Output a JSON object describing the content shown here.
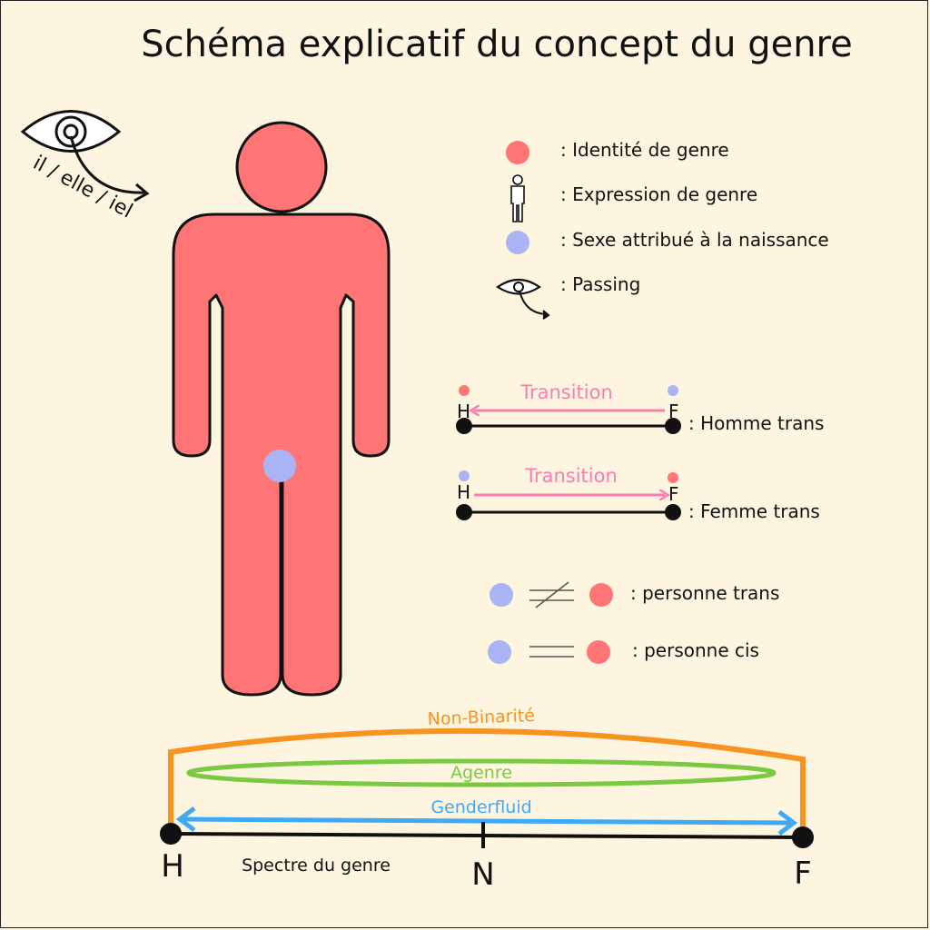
{
  "title": "Schéma explicatif du concept du genre",
  "pronouns": "il / elle / iel",
  "legend": {
    "identity": ": Identité de genre",
    "expression": ": Expression de genre",
    "sex": ": Sexe attribué à la naissance",
    "passing": ": Passing"
  },
  "transitions": {
    "homme": {
      "h": "H",
      "f": "F",
      "arrow": "Transition",
      "label": ": Homme trans"
    },
    "femme": {
      "h": "H",
      "f": "F",
      "arrow": "Transition",
      "label": ": Femme trans"
    }
  },
  "comparisons": {
    "trans": ": personne trans",
    "cis": ": personne cis"
  },
  "spectrum": {
    "nonbinary": "Non-Binarité",
    "agender": "Agenre",
    "genderfluid": "Genderfluid",
    "label": "Spectre du genre",
    "h": "H",
    "n": "N",
    "f": "F"
  },
  "colors": {
    "background": "#fdf5df",
    "identity": "#ff7575",
    "sex": "#aab4f5",
    "transition": "#f77fb0",
    "nonbinary": "#f7931e",
    "agender": "#7ac943",
    "genderfluid": "#3fa9f5"
  }
}
